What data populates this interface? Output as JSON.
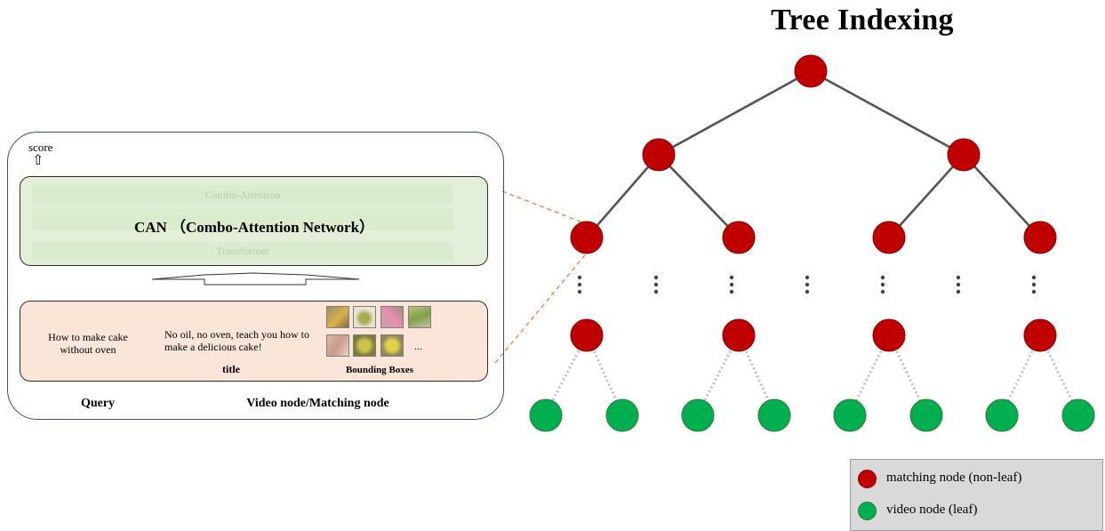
{
  "tree_title": "Tree Indexing",
  "panel": {
    "score_label": "score",
    "score_arrow": "⇧",
    "can_title": "CAN （Combo-Attention Network）",
    "ghost_combo": "Combo-Attention",
    "ghost_dots": "⋮",
    "ghost_transformer": "Transformer",
    "query_text": "How to make cake without oven",
    "title_text": "No oil, no oven, teach you how to make a delicious cake!",
    "title_caption": "title",
    "bbox_caption": "Bounding Boxes",
    "bbox_more": "...",
    "query_label": "Query",
    "video_node_label": "Video node/Matching node"
  },
  "legend": {
    "matching": "matching node (non-leaf)",
    "video": "video node (leaf)"
  },
  "colors": {
    "matching_node": "#c00000",
    "video_node": "#00b050",
    "callout_line": "#ed7d31",
    "panel_border": "#2e4e8e"
  },
  "thumbnails": {
    "icons": [
      "food-photo-icon",
      "food-photo-icon",
      "food-photo-icon",
      "food-photo-icon",
      "food-photo-icon",
      "food-photo-icon",
      "food-photo-icon"
    ]
  }
}
